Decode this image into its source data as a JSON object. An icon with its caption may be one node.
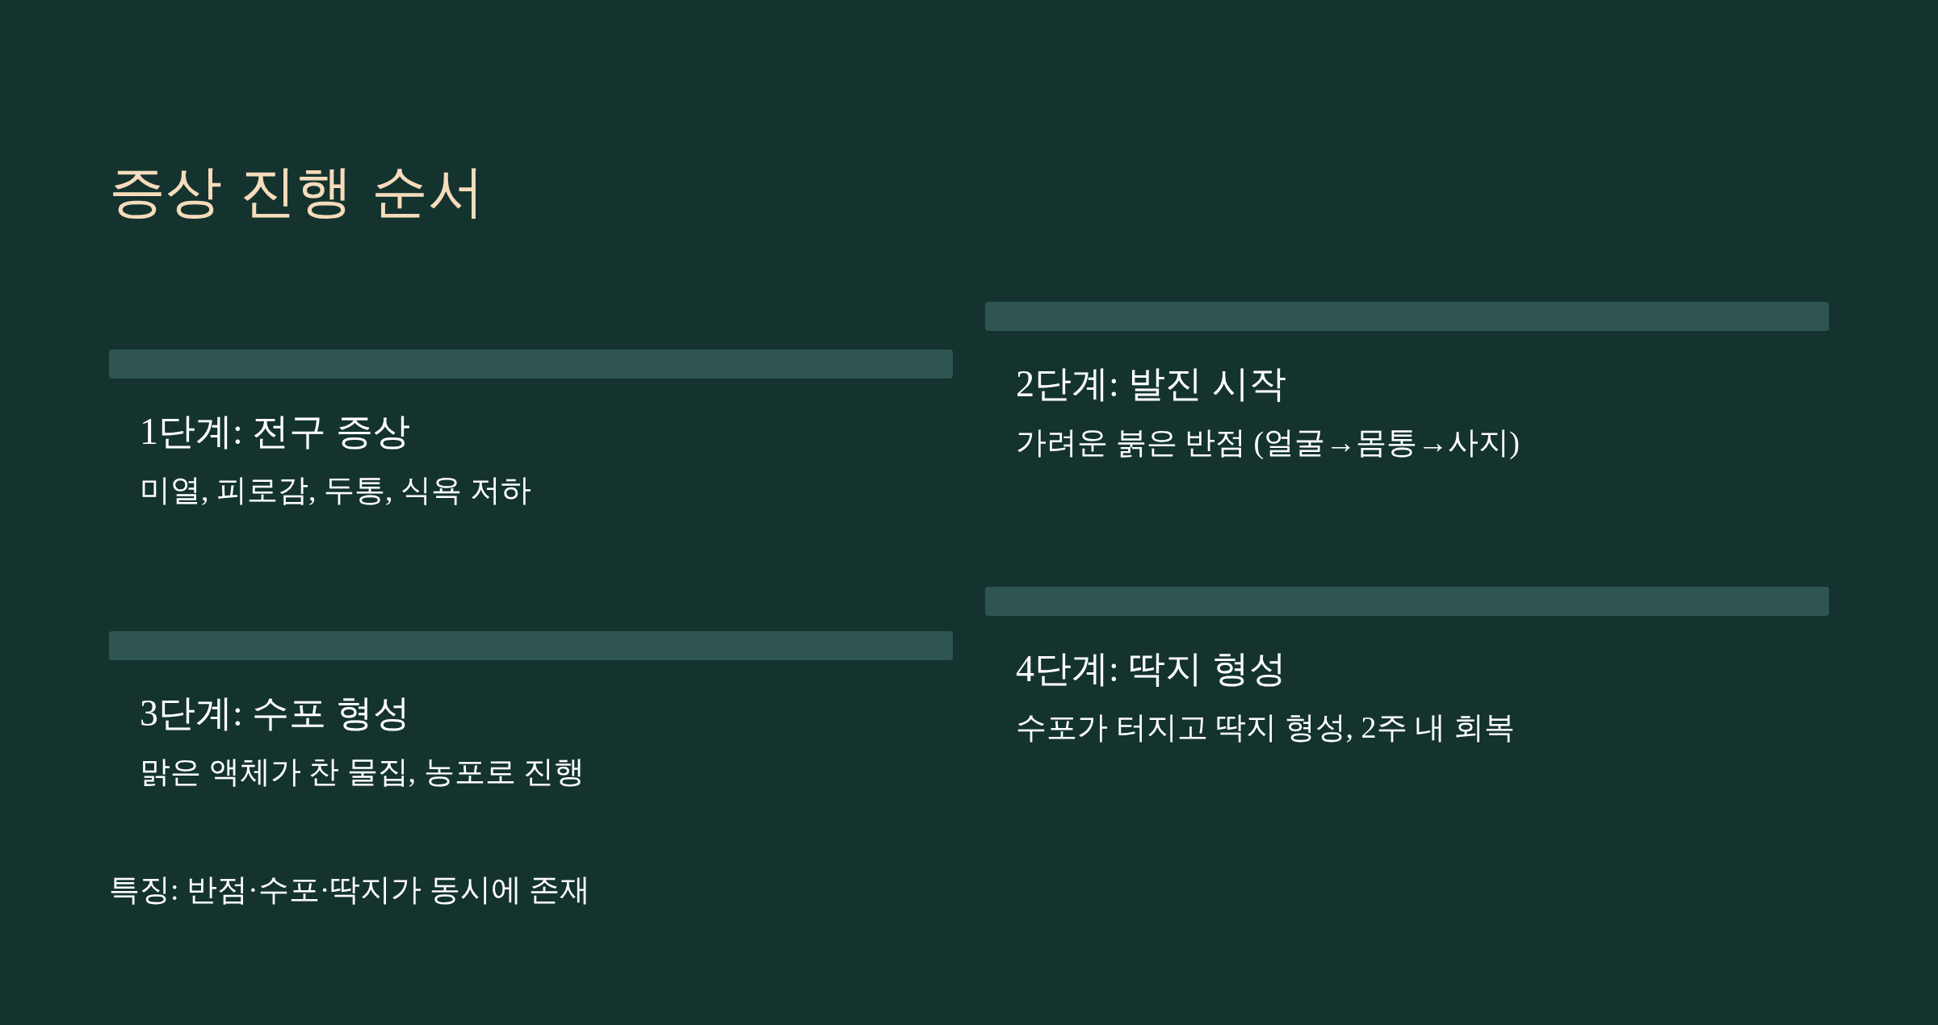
{
  "diagram": {
    "title": "증상 진행 순서",
    "nodes": [
      {
        "text": [
          "1단계: 전구 증상",
          "미열, 피로감, 두통, 식욕 저하"
        ]
      },
      {
        "text": [
          "2단계: 발진 시작",
          "가려운 붉은 반점 (얼굴→몸통→사지)"
        ]
      },
      {
        "text": [
          "3단계: 수포 형성",
          "맑은 액체가 찬 물집, 농포로 진행"
        ]
      },
      {
        "text": [
          "4단계: 딱지 형성",
          "수포가 터지고 딱지 형성, 2주 내 회복"
        ]
      }
    ],
    "labels": [
      "특징: 반점·수포·딱지가 동시에 존재"
    ]
  }
}
